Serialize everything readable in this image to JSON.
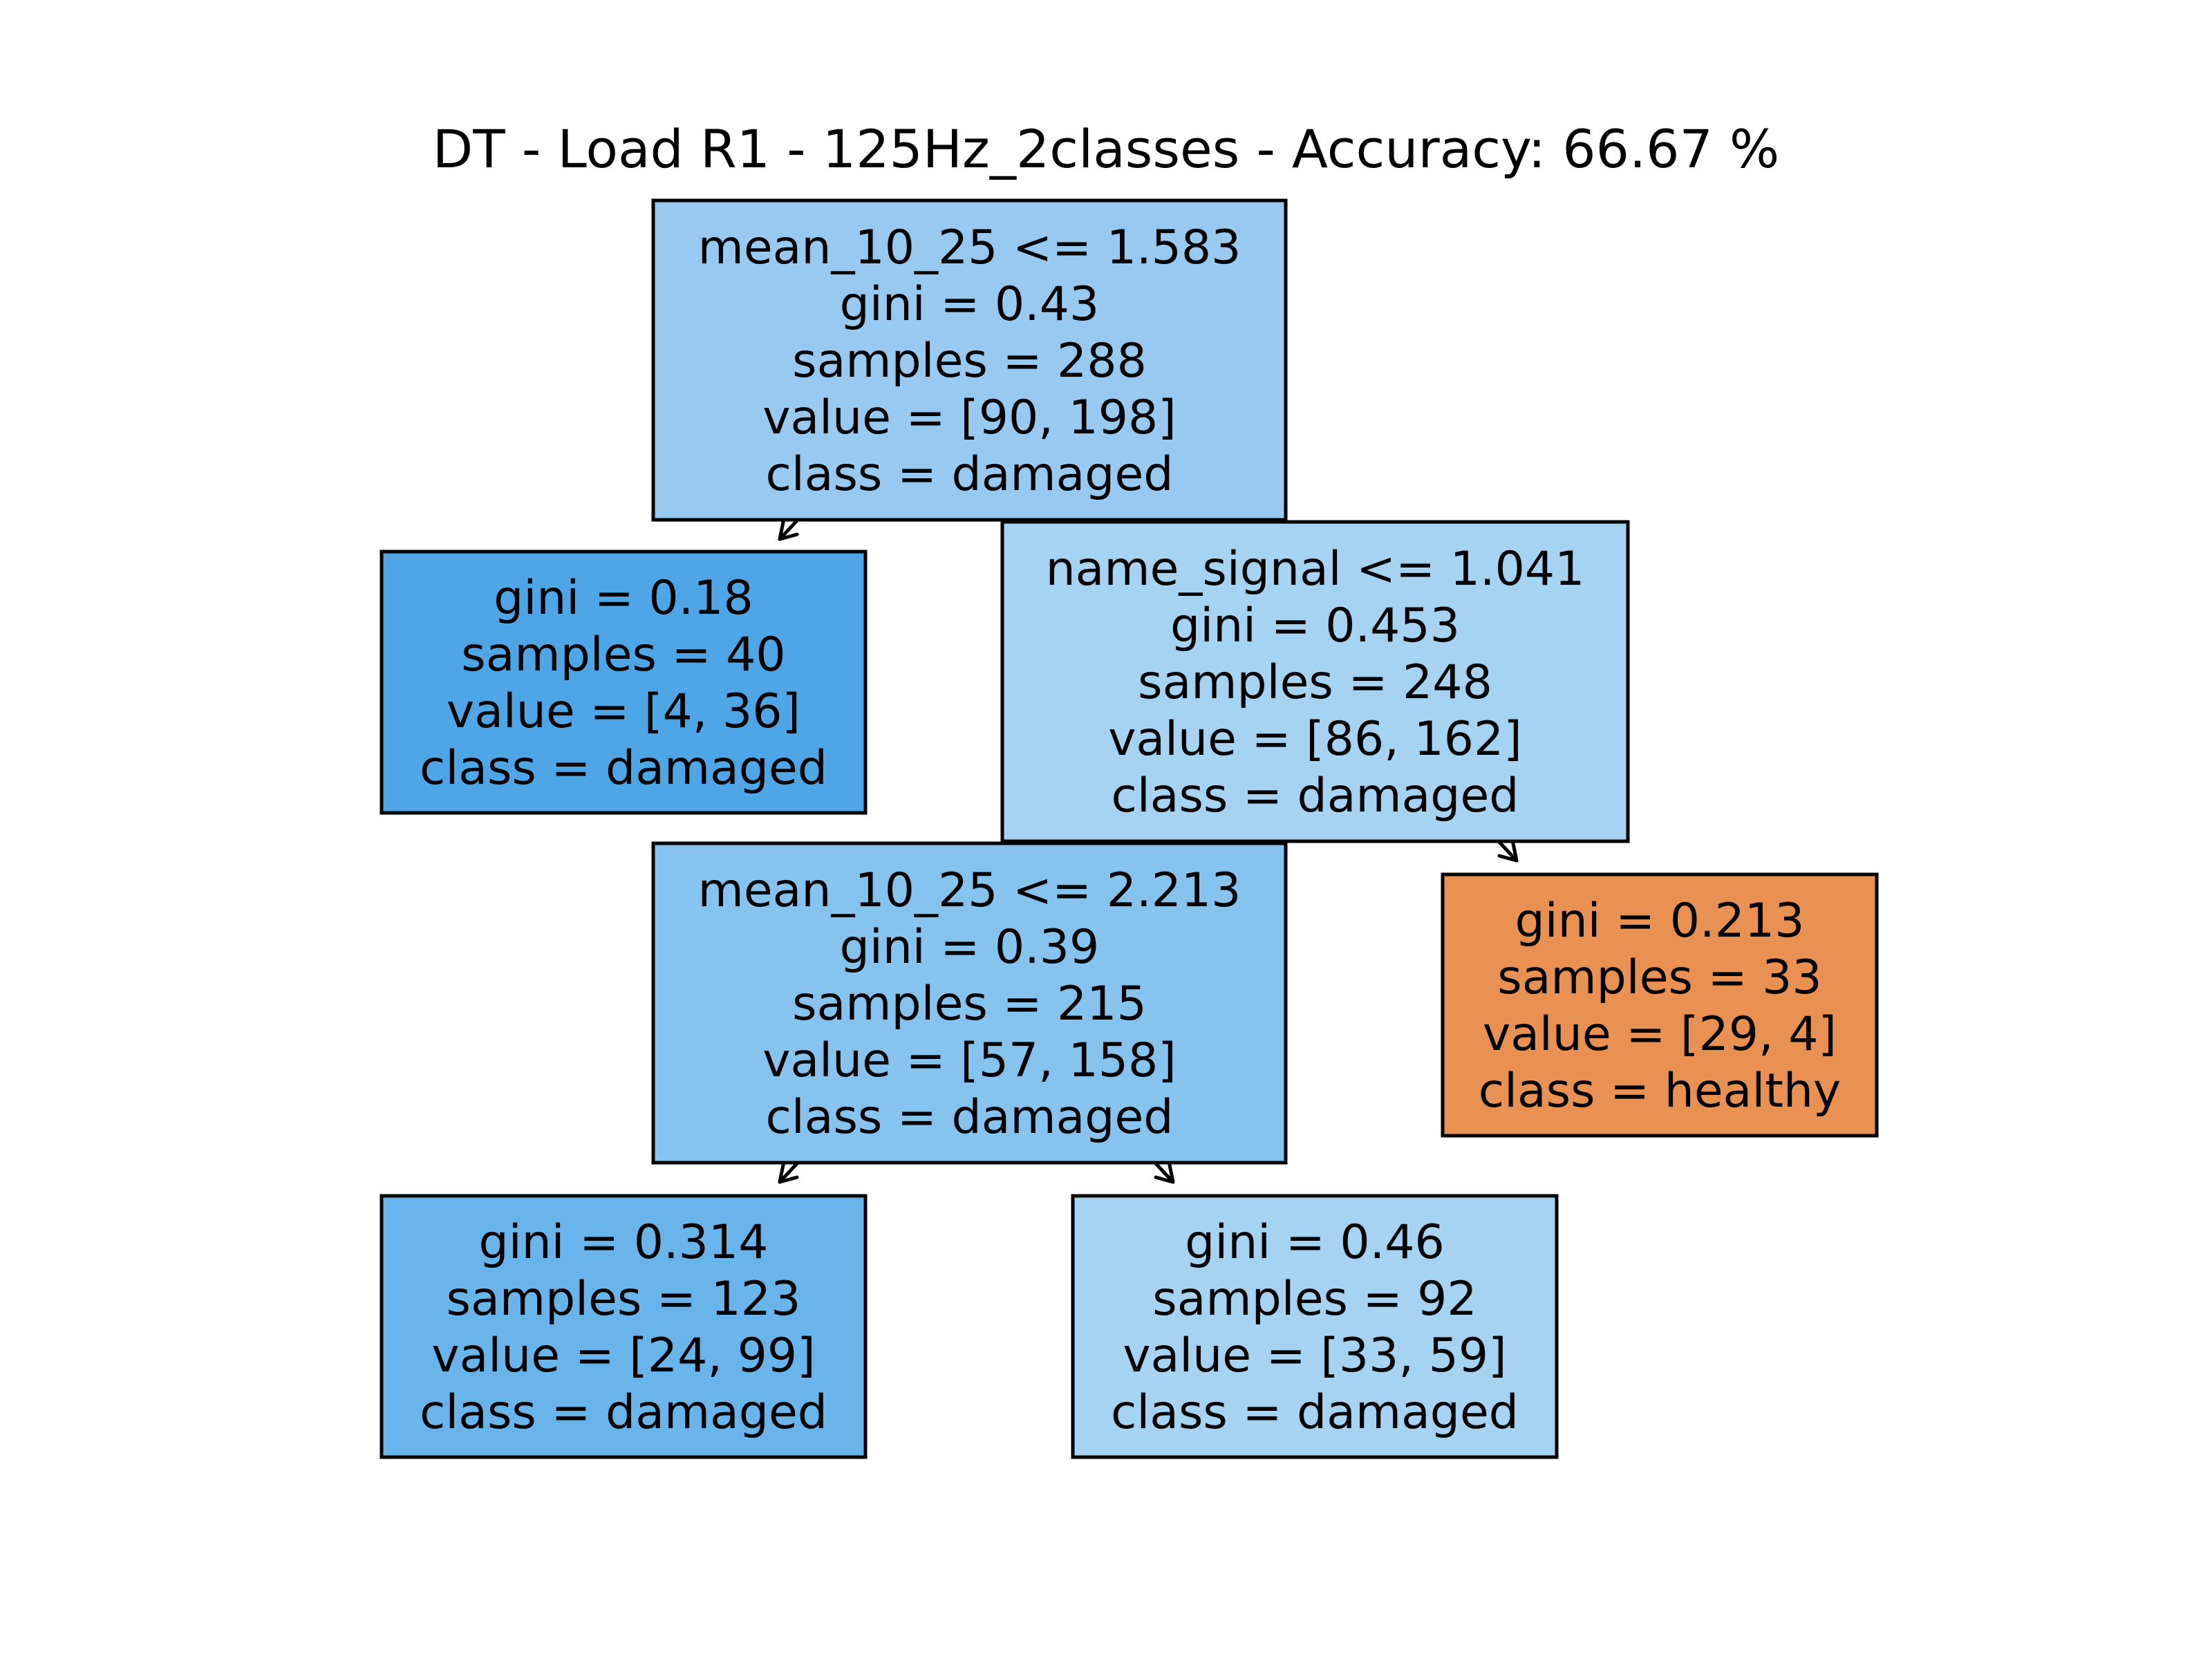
{
  "title": "DT - Load R1 - 125Hz_2classes - Accuracy: 66.67 %",
  "colors": {
    "healthy": "#e99153",
    "damaged_strong": "#4ea6e7",
    "damaged_mid": "#6ab4ec",
    "damaged_light": "#87c3ef",
    "damaged_pale": "#98caf1",
    "damaged_palest": "#a7d3f3",
    "border": "#000000"
  },
  "tree": {
    "nodes": [
      {
        "id": "root",
        "fill": "#98caf1",
        "lines": [
          "mean_10_25 <= 1.583",
          "gini = 0.43",
          "samples = 288",
          "value = [90, 198]",
          "class = damaged"
        ]
      },
      {
        "id": "leaf-left-1",
        "fill": "#4ea6e7",
        "lines": [
          "gini = 0.18",
          "samples = 40",
          "value = [4, 36]",
          "class = damaged"
        ]
      },
      {
        "id": "split-name-signal",
        "fill": "#a7d3f3",
        "lines": [
          "name_signal <= 1.041",
          "gini = 0.453",
          "samples = 248",
          "value = [86, 162]",
          "class = damaged"
        ]
      },
      {
        "id": "split-mean-2",
        "fill": "#87c3ef",
        "lines": [
          "mean_10_25 <= 2.213",
          "gini = 0.39",
          "samples = 215",
          "value = [57, 158]",
          "class = damaged"
        ]
      },
      {
        "id": "leaf-healthy",
        "fill": "#e99153",
        "lines": [
          "gini = 0.213",
          "samples = 33",
          "value = [29, 4]",
          "class = healthy"
        ]
      },
      {
        "id": "leaf-bottom-left",
        "fill": "#6ab4ec",
        "lines": [
          "gini = 0.314",
          "samples = 123",
          "value = [24, 99]",
          "class = damaged"
        ]
      },
      {
        "id": "leaf-bottom-right",
        "fill": "#a7d3f3",
        "lines": [
          "gini = 0.46",
          "samples = 92",
          "value = [33, 59]",
          "class = damaged"
        ]
      }
    ],
    "edges": [
      {
        "from": "root",
        "to": "leaf-left-1"
      },
      {
        "from": "root",
        "to": "split-name-signal"
      },
      {
        "from": "split-name-signal",
        "to": "split-mean-2"
      },
      {
        "from": "split-name-signal",
        "to": "leaf-healthy"
      },
      {
        "from": "split-mean-2",
        "to": "leaf-bottom-left"
      },
      {
        "from": "split-mean-2",
        "to": "leaf-bottom-right"
      }
    ]
  }
}
